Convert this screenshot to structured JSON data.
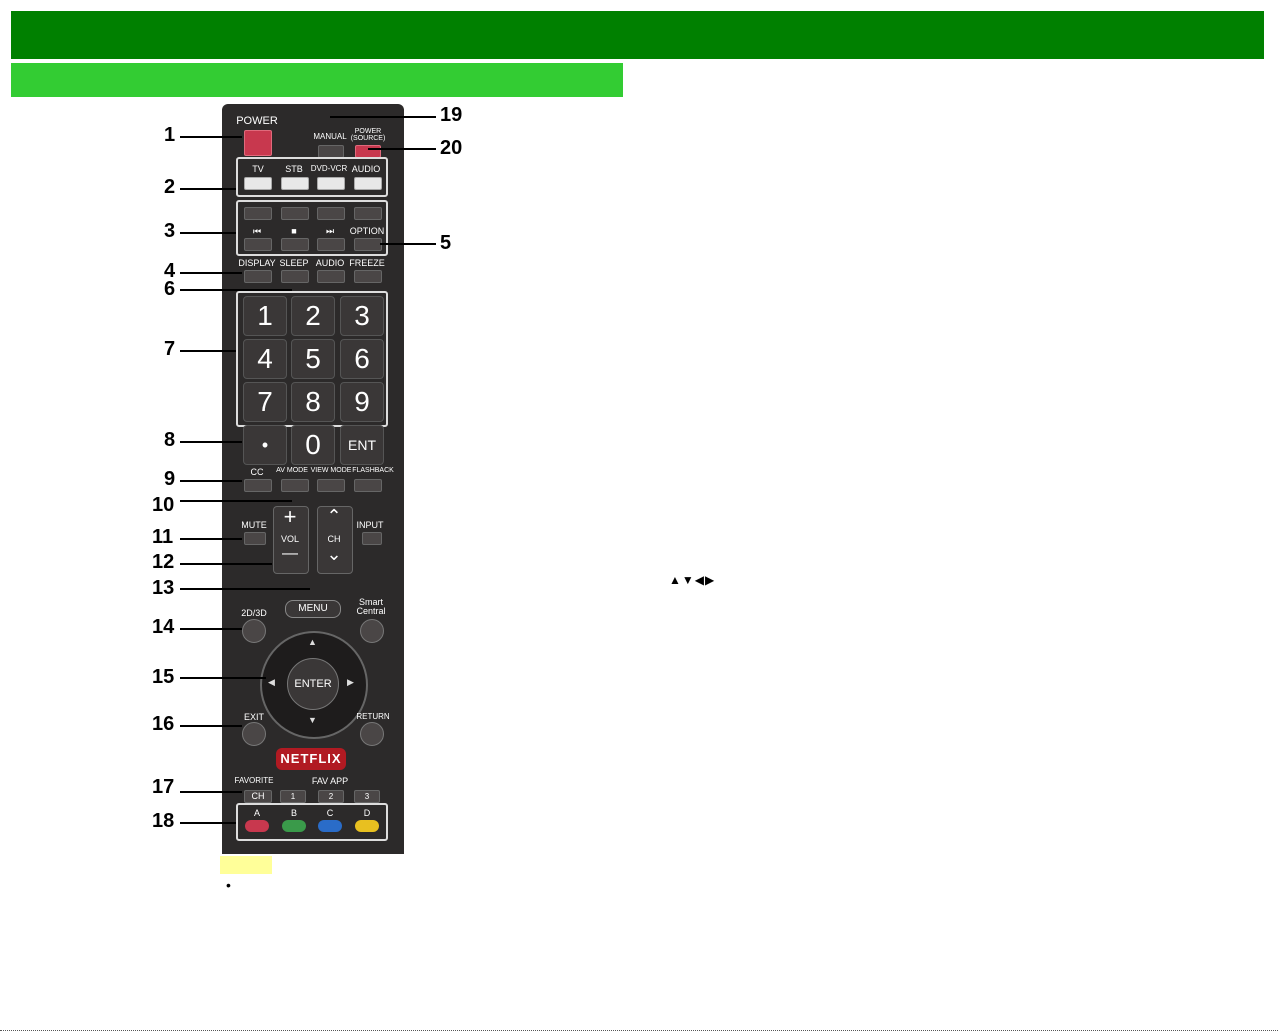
{
  "header": {
    "top_bar_color": "#008000",
    "sub_bar_color": "#33cc33"
  },
  "remote": {
    "power_label": "POWER",
    "manual_label": "MANUAL",
    "power_source_label": "POWER (SOURCE)",
    "source_labels": [
      "TV",
      "STB",
      "DVD-VCR",
      "AUDIO"
    ],
    "transport_labels": [
      "⏮",
      "■",
      "⏭"
    ],
    "option_label": "OPTION",
    "row_labels": [
      "DISPLAY",
      "SLEEP",
      "AUDIO",
      "FREEZE"
    ],
    "numbers": [
      "1",
      "2",
      "3",
      "4",
      "5",
      "6",
      "7",
      "8",
      "9"
    ],
    "dot_label": "•",
    "zero_label": "0",
    "ent_label": "ENT",
    "mode_labels": [
      "CC",
      "AV MODE",
      "VIEW MODE",
      "FLASHBACK"
    ],
    "mute_label": "MUTE",
    "vol_plus": "+",
    "vol_label": "VOL",
    "vol_minus": "—",
    "ch_up": "⌃",
    "ch_label": "CH",
    "ch_down": "⌄",
    "input_label": "INPUT",
    "menu_label": "MENU",
    "label_2d3d": "2D/3D",
    "smart_central_label": "Smart Central",
    "enter_label": "ENTER",
    "exit_label": "EXIT",
    "return_label": "RETURN",
    "netflix_label": "NETFLIX",
    "favorite_label": "FAVORITE",
    "favorite_ch": "CH",
    "fav_app_label": "FAV APP",
    "fav_app_numbers": [
      "1",
      "2",
      "3"
    ],
    "color_labels": [
      "A",
      "B",
      "C",
      "D"
    ],
    "color_hex": [
      "#c8384e",
      "#3a9a4a",
      "#2a6cc8",
      "#e8c020"
    ]
  },
  "callouts": [
    "1",
    "2",
    "3",
    "4",
    "5",
    "6",
    "7",
    "8",
    "9",
    "10",
    "11",
    "12",
    "13",
    "14",
    "15",
    "16",
    "17",
    "18",
    "19",
    "20"
  ],
  "arrow_glyphs": "▲▼◀▶",
  "note_bullet": "•"
}
